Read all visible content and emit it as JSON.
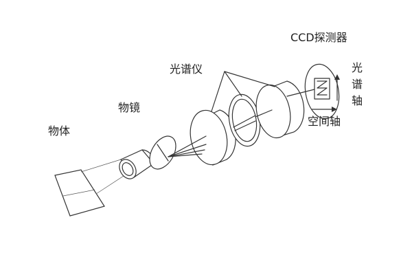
{
  "labels": {
    "object": "物体",
    "objective_lens": "物镜",
    "spectrometer": "光谱仪",
    "ccd_detector": "CCD探测器",
    "spectral_axis": [
      "光",
      "谱",
      "轴"
    ],
    "spatial_axis": "空间轴"
  },
  "colors": {
    "ink": "#333333",
    "background": "#ffffff"
  }
}
